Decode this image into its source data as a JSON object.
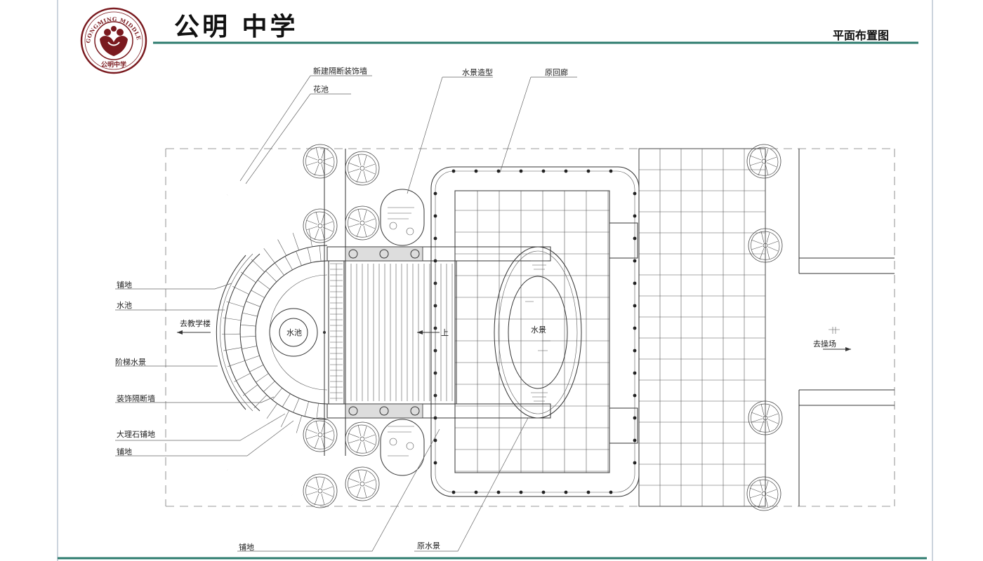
{
  "header": {
    "school_name": "公明 中学",
    "drawing_title": "平面布置图",
    "seal_text_en": "GONGMING MIDDLE SCHOOL",
    "seal_text_cn": "公明中学"
  },
  "labels": {
    "new_partition_wall": "新建隔断装饰墙",
    "flower_bed": "花池",
    "water_feature_shape": "水景造型",
    "original_corridor": "原回廊",
    "paving_upper": "铺地",
    "pool_left": "水池",
    "to_teaching_building": "去教学楼",
    "stair_water_feature": "阶梯水景",
    "decorative_partition_wall": "装饰隔断墙",
    "marble_paving": "大理石铺地",
    "paving_lower": "铺地",
    "pool_center": "水池",
    "up": "上",
    "water_scene": "水景",
    "to_playground": "去操场",
    "paving_bottom": "铺地",
    "original_water_feature": "原水景"
  },
  "colors": {
    "frame_line": "#2d7b6e",
    "seal": "#7a1a1f",
    "ink": "#222222"
  }
}
